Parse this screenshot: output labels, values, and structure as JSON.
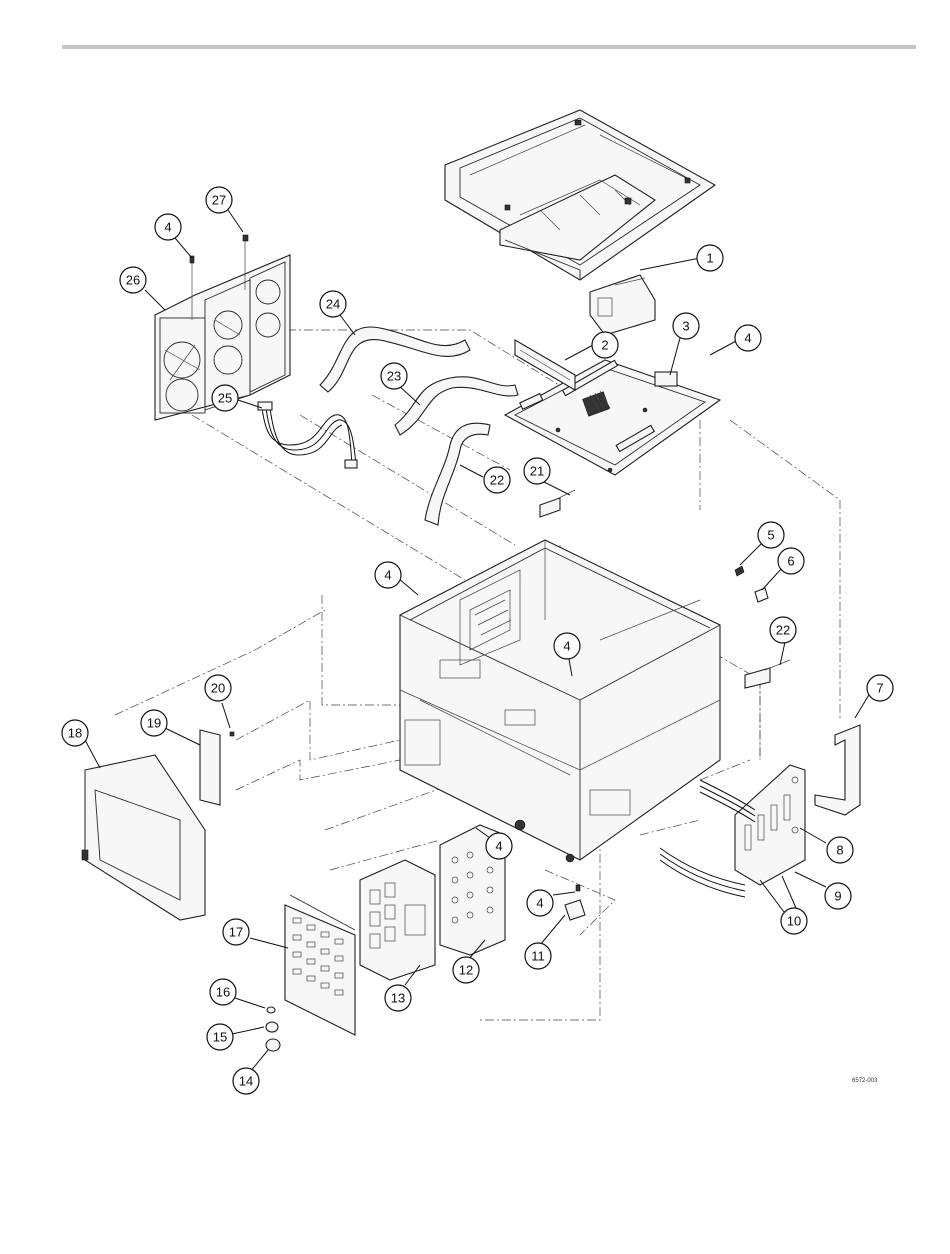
{
  "figure_id": "6572-003",
  "callouts": [
    {
      "label": "1"
    },
    {
      "label": "2"
    },
    {
      "label": "3"
    },
    {
      "label": "4"
    },
    {
      "label": "5"
    },
    {
      "label": "6"
    },
    {
      "label": "7"
    },
    {
      "label": "22"
    },
    {
      "label": "4"
    },
    {
      "label": "4"
    },
    {
      "label": "8"
    },
    {
      "label": "9"
    },
    {
      "label": "10"
    },
    {
      "label": "4"
    },
    {
      "label": "11"
    },
    {
      "label": "12"
    },
    {
      "label": "4"
    },
    {
      "label": "13"
    },
    {
      "label": "17"
    },
    {
      "label": "16"
    },
    {
      "label": "15"
    },
    {
      "label": "14"
    },
    {
      "label": "18"
    },
    {
      "label": "19"
    },
    {
      "label": "20"
    },
    {
      "label": "21"
    },
    {
      "label": "22"
    },
    {
      "label": "23"
    },
    {
      "label": "24"
    },
    {
      "label": "25"
    },
    {
      "label": "26"
    },
    {
      "label": "4"
    },
    {
      "label": "27"
    }
  ]
}
